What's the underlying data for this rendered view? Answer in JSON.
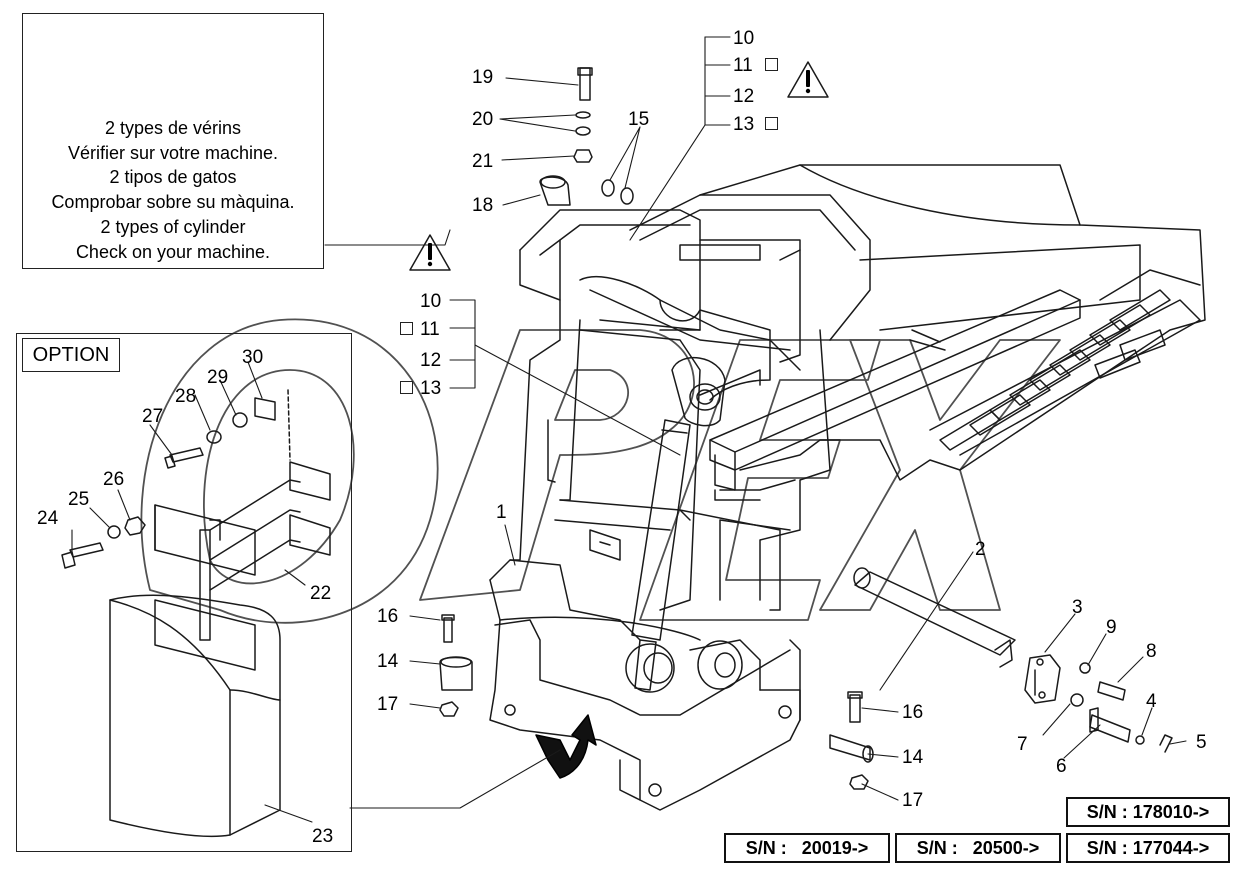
{
  "note": {
    "lines": [
      "2 types de vérins",
      "Vérifier sur votre machine.",
      "2 tipos de gatos",
      "Comprobar sobre su màquina.",
      "2 types of cylinder",
      "Check on your machine."
    ]
  },
  "option_label": "OPTION",
  "serials": {
    "sn1": "S/N : 178010->",
    "sn2": "S/N :   20019->",
    "sn3": "S/N :   20500->",
    "sn4": "S/N : 177044->"
  },
  "warning_icon": "warning-triangle-icon",
  "watermark": "OPEX",
  "callouts": {
    "c1": "1",
    "c2": "2",
    "c3": "3",
    "c4": "4",
    "c5": "5",
    "c6": "6",
    "c7": "7",
    "c8": "8",
    "c9": "9",
    "c10a": "10",
    "c11a": "11",
    "c12a": "12",
    "c13a": "13",
    "c10b": "10",
    "c11b": "11",
    "c12b": "12",
    "c13b": "13",
    "c14a": "14",
    "c14b": "14",
    "c15": "15",
    "c16a": "16",
    "c16b": "16",
    "c17a": "17",
    "c17b": "17",
    "c18": "18",
    "c19": "19",
    "c20": "20",
    "c21": "21",
    "c22": "22",
    "c23": "23",
    "c24": "24",
    "c25": "25",
    "c26": "26",
    "c27": "27",
    "c28": "28",
    "c29": "29",
    "c30": "30"
  }
}
